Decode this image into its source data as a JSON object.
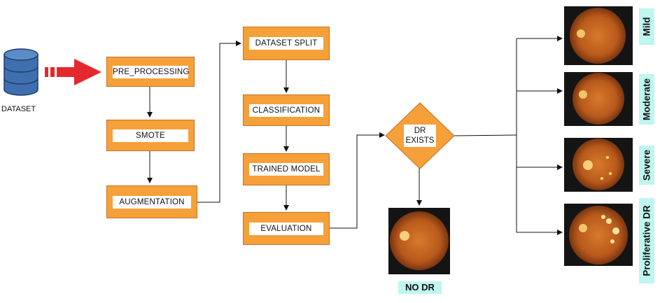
{
  "source": {
    "label": "DATASET"
  },
  "pipeline": {
    "pre_processing": "PRE_PROCESSING",
    "smote": "SMOTE",
    "augmentation": "AUGMENTATION",
    "dataset_split": "DATASET SPLIT",
    "classification": "CLASSIFICATION",
    "trained_model": "TRAINED MODEL",
    "evaluation": "EVALUATION"
  },
  "decision": {
    "line1": "DR",
    "line2": "EXISTS"
  },
  "outcomes": {
    "no_dr": "NO DR",
    "mild": "Mild",
    "moderate": "Moderate",
    "severe": "Severe",
    "proliferative": "Proliferative DR"
  },
  "colors": {
    "step_fill": "#f6a03a",
    "arrow_red": "#e5282d",
    "database_blue": "#3f6fae",
    "label_highlight": "#bff6ef"
  }
}
